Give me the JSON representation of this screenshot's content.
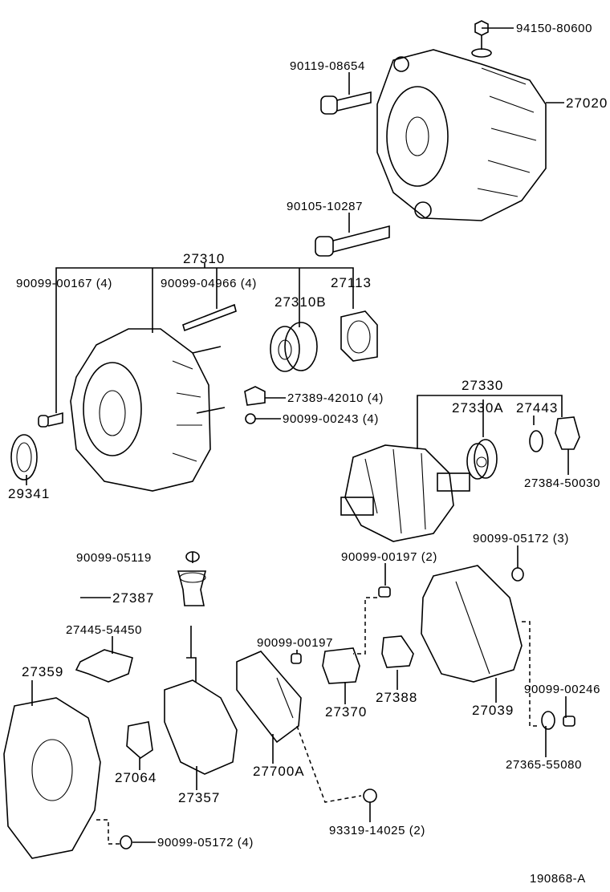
{
  "diagram": {
    "type": "exploded parts diagram",
    "drawing_number": "190868-A",
    "part_labels": {
      "p94150_80600": "94150-80600",
      "p90119_08654": "90119-08654",
      "p27020": "27020",
      "p90105_10287": "90105-10287",
      "p27310": "27310",
      "p90099_00167": "90099-00167 (4)",
      "p90099_04966": "90099-04966 (4)",
      "p27113": "27113",
      "p27310B": "27310B",
      "p27389_42010": "27389-42010 (4)",
      "p90099_00243": "90099-00243 (4)",
      "p27330": "27330",
      "p27330A": "27330A",
      "p27443": "27443",
      "p29341": "29341",
      "p27384_50030": "27384-50030",
      "p90099_05119": "90099-05119",
      "p90099_05172_3": "90099-05172 (3)",
      "p90099_00197_2": "90099-00197 (2)",
      "p27387": "27387",
      "p27445_54450": "27445-54450",
      "p90099_00197": "90099-00197",
      "p27359": "27359",
      "p27388": "27388",
      "p90099_00246": "90099-00246",
      "p27370": "27370",
      "p27039": "27039",
      "p27064": "27064",
      "p27700A": "27700A",
      "p27365_55080": "27365-55080",
      "p27357": "27357",
      "p93319_14025": "93319-14025 (2)",
      "p90099_05172_4": "90099-05172 (4)"
    }
  }
}
